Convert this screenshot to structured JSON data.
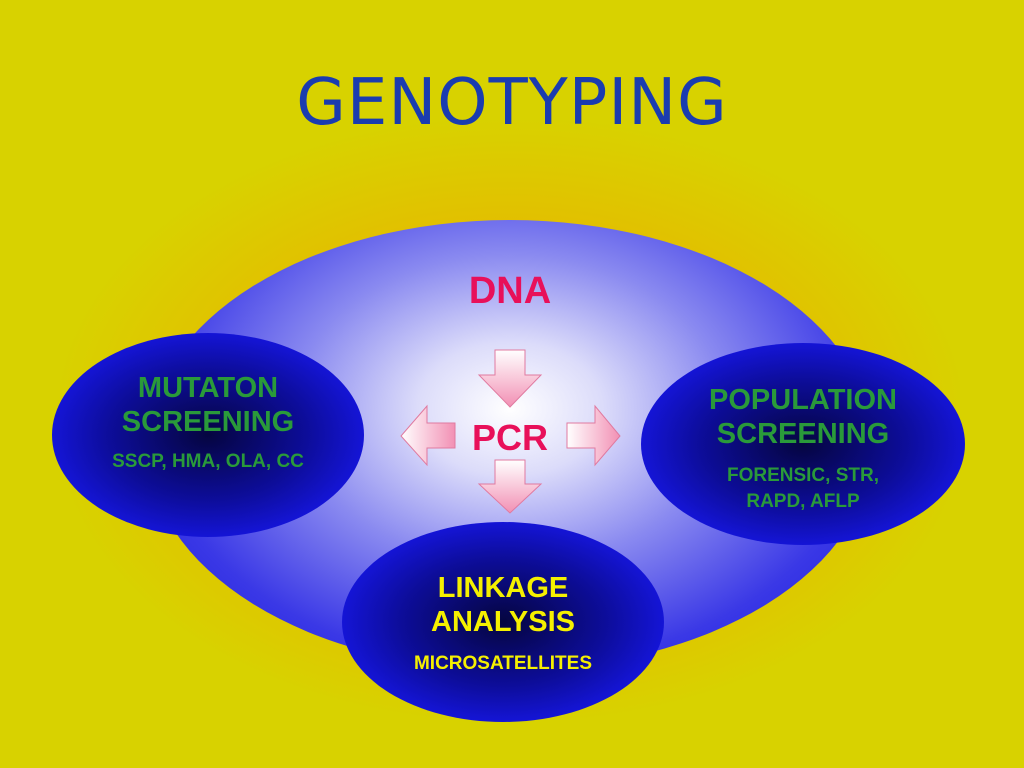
{
  "title": "GENOTYPING",
  "center": {
    "top_label": "DNA",
    "middle_label": "PCR"
  },
  "nodes": {
    "mutation": {
      "title_line1": "MUTATON",
      "title_line2": "SCREENING",
      "subtitle": "SSCP, HMA, OLA, CC"
    },
    "population": {
      "title_line1": "POPULATION",
      "title_line2": "SCREENING",
      "subtitle_line1": "FORENSIC, STR,",
      "subtitle_line2": "RAPD, AFLP"
    },
    "linkage": {
      "title_line1": "LINKAGE",
      "title_line2": "ANALYSIS",
      "subtitle": "MICROSATELLITES"
    }
  },
  "colors": {
    "background": "#d8d200",
    "title": "#1a3cb0",
    "center_text": "#e8105a",
    "node_text_green": "#2a9a3a",
    "node_text_yellow": "#f5f000",
    "arrow": "#f7b4cc"
  }
}
